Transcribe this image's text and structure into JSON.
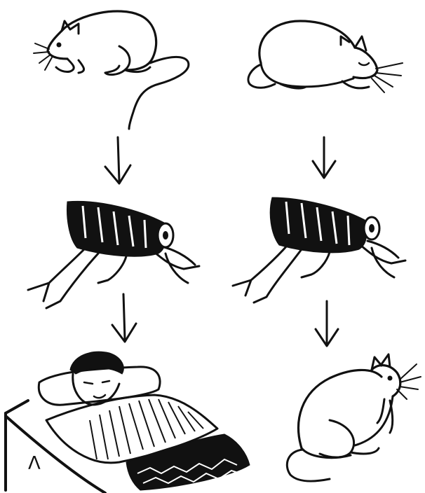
{
  "diagram": {
    "description_visible_text": "",
    "panels": [
      {
        "id": "rat-left",
        "icon": "rat-icon"
      },
      {
        "id": "rat-right",
        "icon": "sleeping-rat-icon"
      },
      {
        "id": "flea-left",
        "icon": "flea-icon"
      },
      {
        "id": "flea-right",
        "icon": "flea-icon"
      },
      {
        "id": "sick-person",
        "icon": "sick-person-in-bed-icon"
      },
      {
        "id": "rat-sitting",
        "icon": "sitting-rat-icon"
      }
    ],
    "corner_mark": "Λ"
  },
  "colors": {
    "ink": "#111111",
    "paper": "#ffffff"
  }
}
